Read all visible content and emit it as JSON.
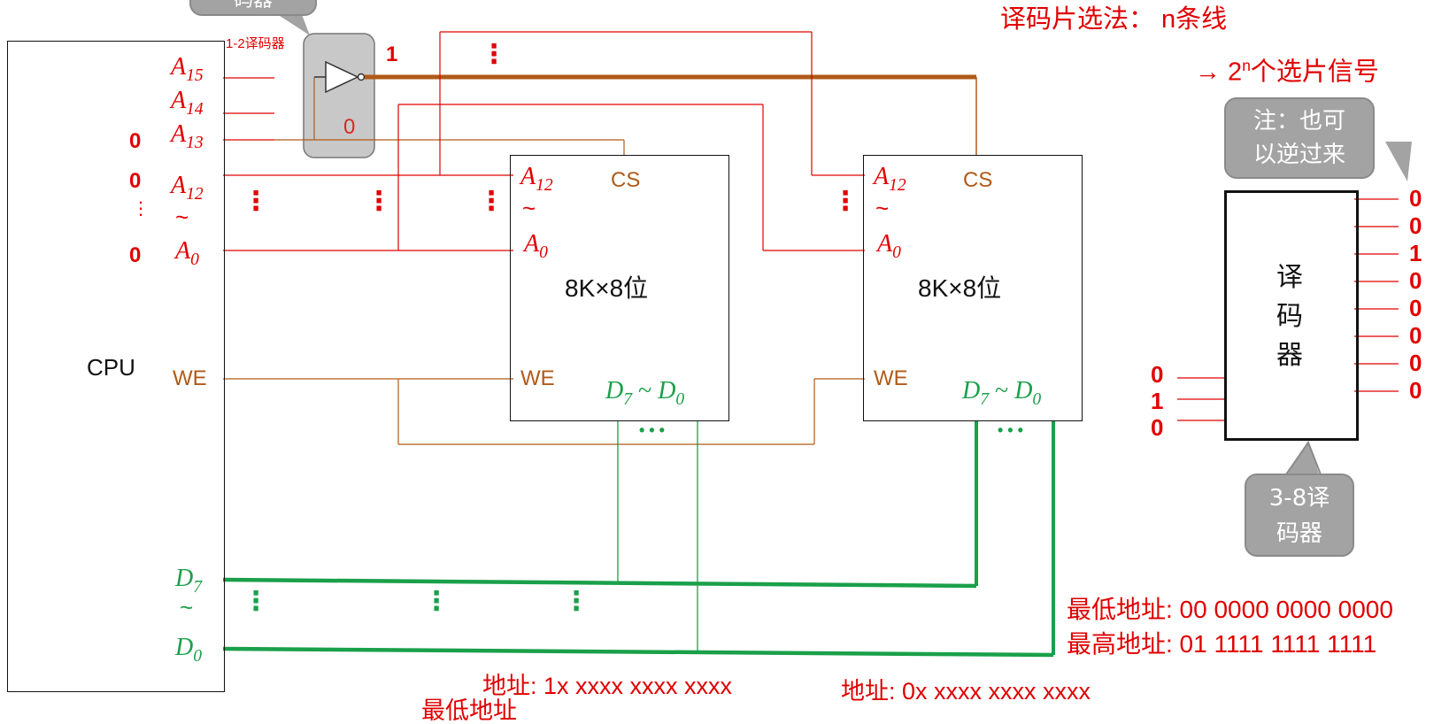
{
  "decoder_callout_top": "码器",
  "decoder_12_label": "1-2译码器",
  "decoder_out_1": "1",
  "decoder_out_0": "0",
  "cpu": {
    "label": "CPU",
    "a15": "A",
    "a15_sub": "15",
    "a14": "A",
    "a14_sub": "14",
    "a13": "A",
    "a13_sub": "13",
    "a12": "A",
    "a12_sub": "12",
    "a0": "A",
    "a0_sub": "0",
    "tilde": "~",
    "we": "WE",
    "d7": "D",
    "d7_sub": "7",
    "d0": "D",
    "d0_sub": "0",
    "bit_a13": "0",
    "bit_a12": "0",
    "bit_a0": "0"
  },
  "chip1": {
    "a12": "A",
    "a12_sub": "12",
    "a0": "A",
    "a0_sub": "0",
    "tilde": "~",
    "cs": "CS",
    "size": "8K×8位",
    "we": "WE",
    "d_label": "D",
    "d7_sub": "7",
    "d_mid": " ~ ",
    "d0_sub": "0"
  },
  "chip2": {
    "a12": "A",
    "a12_sub": "12",
    "a0": "A",
    "a0_sub": "0",
    "tilde": "~",
    "cs": "CS",
    "size": "8K×8位",
    "we": "WE",
    "d_label": "D",
    "d7_sub": "7",
    "d_mid": " ~ ",
    "d0_sub": "0"
  },
  "dots": "• • •",
  "right": {
    "line1": "译码片选法： n条线",
    "line2_pre": "→ 2",
    "line2_sup": "n",
    "line2_post": "个选片信号",
    "note": "注：也可以逆过来",
    "decoder_label": "译码器",
    "decoder_outputs": [
      "0",
      "0",
      "1",
      "0",
      "0",
      "0",
      "0",
      "0"
    ],
    "decoder_inputs": [
      "0",
      "1",
      "0"
    ],
    "decoder_type": "3-8译码器"
  },
  "addr_low": "最低地址: 00 0000 0000 0000",
  "addr_high": "最高地址: 01 1111 1111 1111",
  "addr_chip1": "地址: 1x xxxx xxxx xxxx",
  "addr_chip2": "地址: 0x xxxx xxxx xxxx",
  "addr_bottom_cut": "最低地址",
  "colors": {
    "red": "#e00000",
    "brown": "#b05a18",
    "green": "#1aa04a",
    "gray": "#a3a3a3"
  }
}
